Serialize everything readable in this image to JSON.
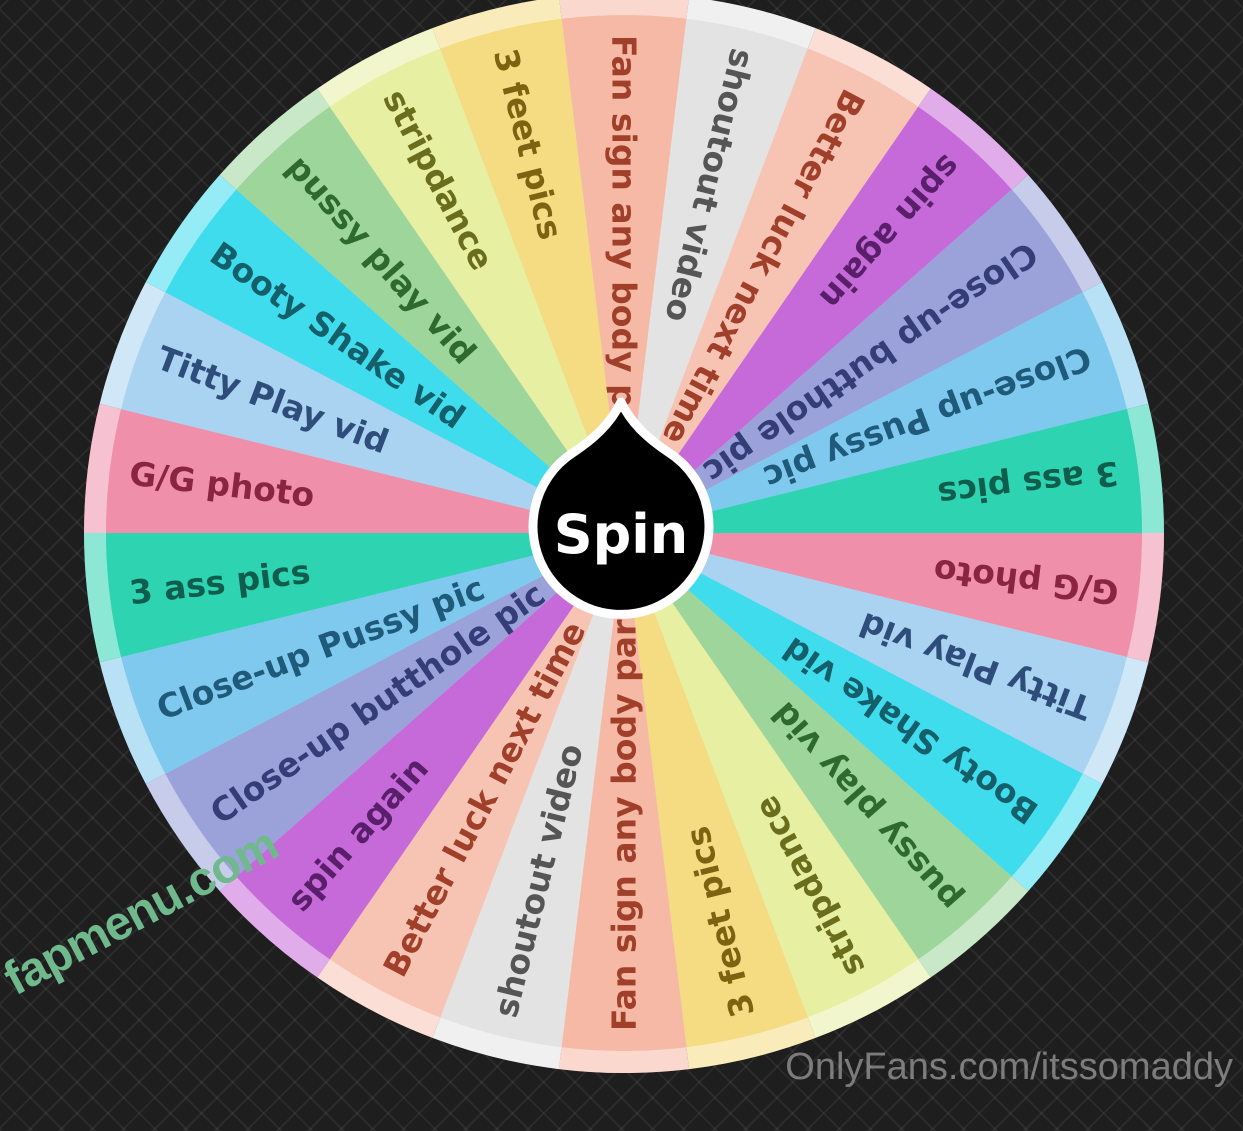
{
  "wheel": {
    "segments": [
      {
        "label": "Fan sign any body part",
        "color": "#f6b9a6",
        "text": "#a0402a"
      },
      {
        "label": "shoutout video",
        "color": "#e3e3e3",
        "text": "#555555"
      },
      {
        "label": "Better luck next time",
        "color": "#f7c3b3",
        "text": "#a0402a"
      },
      {
        "label": "spin again",
        "color": "#c76ad9",
        "text": "#5a1f6b"
      },
      {
        "label": "Close-up butthole pic",
        "color": "#9aa2d9",
        "text": "#343d78"
      },
      {
        "label": "Close-up Pussy pic",
        "color": "#7fc9ef",
        "text": "#205a7a"
      },
      {
        "label": "3 ass pics",
        "color": "#2ed3b1",
        "text": "#0f5d4c"
      },
      {
        "label": "G/G photo",
        "color": "#ef8fa9",
        "text": "#8a2440"
      },
      {
        "label": "Titty Play vid",
        "color": "#a9d3f1",
        "text": "#2f4d7a"
      },
      {
        "label": "Booty Shake vid",
        "color": "#3fdcee",
        "text": "#145f6a"
      },
      {
        "label": "pussy play vid",
        "color": "#9dd59b",
        "text": "#2f6a2d"
      },
      {
        "label": "stripdance",
        "color": "#e7efa3",
        "text": "#6a6d1c"
      },
      {
        "label": "3 feet pics",
        "color": "#f5dc82",
        "text": "#7d6212"
      },
      {
        "label": "Fan sign any body part",
        "color": "#f6b9a6",
        "text": "#a0402a"
      },
      {
        "label": "shoutout video",
        "color": "#e3e3e3",
        "text": "#555555"
      },
      {
        "label": "Better luck next time",
        "color": "#f7c3b3",
        "text": "#a0402a"
      },
      {
        "label": "spin again",
        "color": "#c76ad9",
        "text": "#5a1f6b"
      },
      {
        "label": "Close-up butthole pic",
        "color": "#9aa2d9",
        "text": "#343d78"
      },
      {
        "label": "Close-up Pussy pic",
        "color": "#7fc9ef",
        "text": "#205a7a"
      },
      {
        "label": "3 ass pics",
        "color": "#2ed3b1",
        "text": "#0f5d4c"
      },
      {
        "label": "G/G photo",
        "color": "#ef8fa9",
        "text": "#8a2440"
      },
      {
        "label": "Titty Play vid",
        "color": "#a9d3f1",
        "text": "#2f4d7a"
      },
      {
        "label": "Booty Shake vid",
        "color": "#3fdcee",
        "text": "#145f6a"
      },
      {
        "label": "pussy play vid",
        "color": "#9dd59b",
        "text": "#2f6a2d"
      },
      {
        "label": "stripdance",
        "color": "#e7efa3",
        "text": "#6a6d1c"
      },
      {
        "label": "3 feet pics",
        "color": "#f5dc82",
        "text": "#7d6212"
      }
    ]
  },
  "spin_button": {
    "label": "Spin"
  },
  "watermarks": {
    "site": "fapmenu.com",
    "onlyfans": "OnlyFans.com/itssomaddy"
  }
}
